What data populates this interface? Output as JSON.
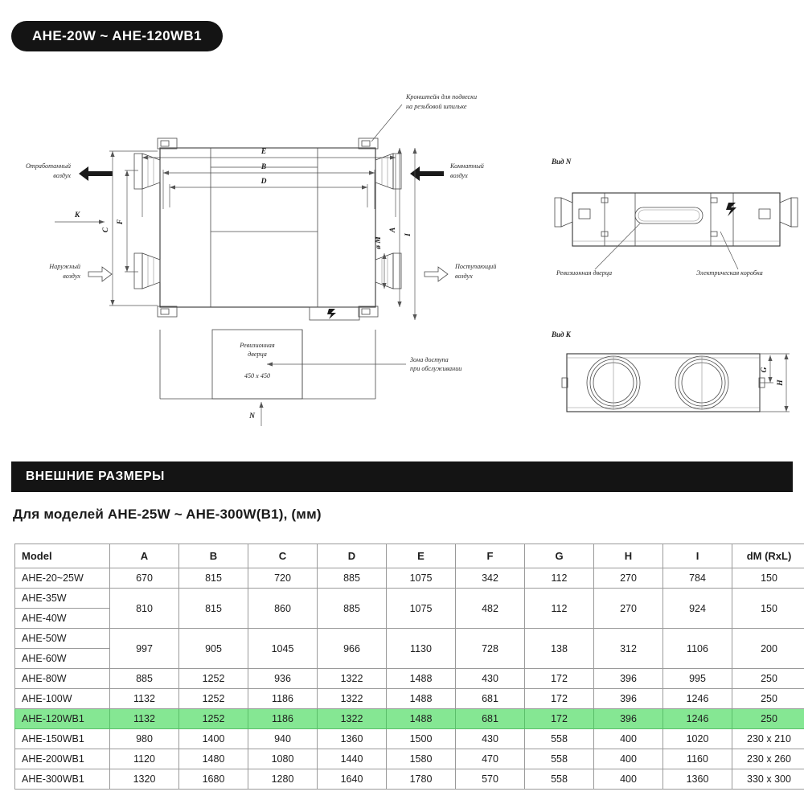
{
  "badge": {
    "label": "AHE-20W ~ AHE-120WB1"
  },
  "diagram": {
    "annotations": {
      "bracket": "Кронштейн для подвески\nна резьбовой шпильке",
      "bracket_line1": "Кронштейн для подвески",
      "bracket_line2": "на резьбовой шпильке",
      "exhaust_air_l1": "Отработанный",
      "exhaust_air_l2": "воздух",
      "outdoor_air_l1": "Наружный",
      "outdoor_air_l2": "воздух",
      "room_air_l1": "Комнатный",
      "room_air_l2": "воздух",
      "supply_air_l1": "Поступающий",
      "supply_air_l2": "воздух",
      "inspection_door_l1": "Ревизионная",
      "inspection_door_l2": "дверца",
      "inspection_door_size": "450 x 450",
      "access_zone_l1": "Зона доступа",
      "access_zone_l2": "при обслуживании",
      "view_n": "Вид N",
      "view_k": "Вид К",
      "view_n_door": "Ревизионная дверца",
      "view_n_box": "Электрическая коробка"
    },
    "dimension_labels": {
      "E": "E",
      "B": "B",
      "D": "D",
      "A": "A",
      "I": "I",
      "C": "C",
      "F": "F",
      "M": "ø M",
      "K": "K",
      "N": "N",
      "G": "G",
      "H": "H"
    }
  },
  "section": {
    "title": "ВНЕШНИЕ РАЗМЕРЫ"
  },
  "subtitle": "Для моделей AHE-25W ~ AHE-300W(B1), (мм)",
  "table": {
    "headers": [
      "Model",
      "A",
      "B",
      "C",
      "D",
      "E",
      "F",
      "G",
      "H",
      "I",
      "dM (RxL)"
    ],
    "highlight_color": "#85e793",
    "rows": [
      {
        "models": [
          "AHE-20~25W"
        ],
        "values": [
          "670",
          "815",
          "720",
          "885",
          "1075",
          "342",
          "112",
          "270",
          "784",
          "150"
        ],
        "highlight": false
      },
      {
        "models": [
          "AHE-35W",
          "AHE-40W"
        ],
        "values": [
          "810",
          "815",
          "860",
          "885",
          "1075",
          "482",
          "112",
          "270",
          "924",
          "150"
        ],
        "highlight": false
      },
      {
        "models": [
          "AHE-50W",
          "AHE-60W"
        ],
        "values": [
          "997",
          "905",
          "1045",
          "966",
          "1130",
          "728",
          "138",
          "312",
          "1106",
          "200"
        ],
        "highlight": false
      },
      {
        "models": [
          "AHE-80W"
        ],
        "values": [
          "885",
          "1252",
          "936",
          "1322",
          "1488",
          "430",
          "172",
          "396",
          "995",
          "250"
        ],
        "highlight": false
      },
      {
        "models": [
          "AHE-100W"
        ],
        "values": [
          "1132",
          "1252",
          "1186",
          "1322",
          "1488",
          "681",
          "172",
          "396",
          "1246",
          "250"
        ],
        "highlight": false
      },
      {
        "models": [
          "AHE-120WB1"
        ],
        "values": [
          "1132",
          "1252",
          "1186",
          "1322",
          "1488",
          "681",
          "172",
          "396",
          "1246",
          "250"
        ],
        "highlight": true
      },
      {
        "models": [
          "AHE-150WB1"
        ],
        "values": [
          "980",
          "1400",
          "940",
          "1360",
          "1500",
          "430",
          "558",
          "400",
          "1020",
          "230 x 210"
        ],
        "highlight": false
      },
      {
        "models": [
          "AHE-200WB1"
        ],
        "values": [
          "1120",
          "1480",
          "1080",
          "1440",
          "1580",
          "470",
          "558",
          "400",
          "1160",
          "230 x 260"
        ],
        "highlight": false
      },
      {
        "models": [
          "AHE-300WB1"
        ],
        "values": [
          "1320",
          "1680",
          "1280",
          "1640",
          "1780",
          "570",
          "558",
          "400",
          "1360",
          "330 x 300"
        ],
        "highlight": false
      }
    ]
  }
}
